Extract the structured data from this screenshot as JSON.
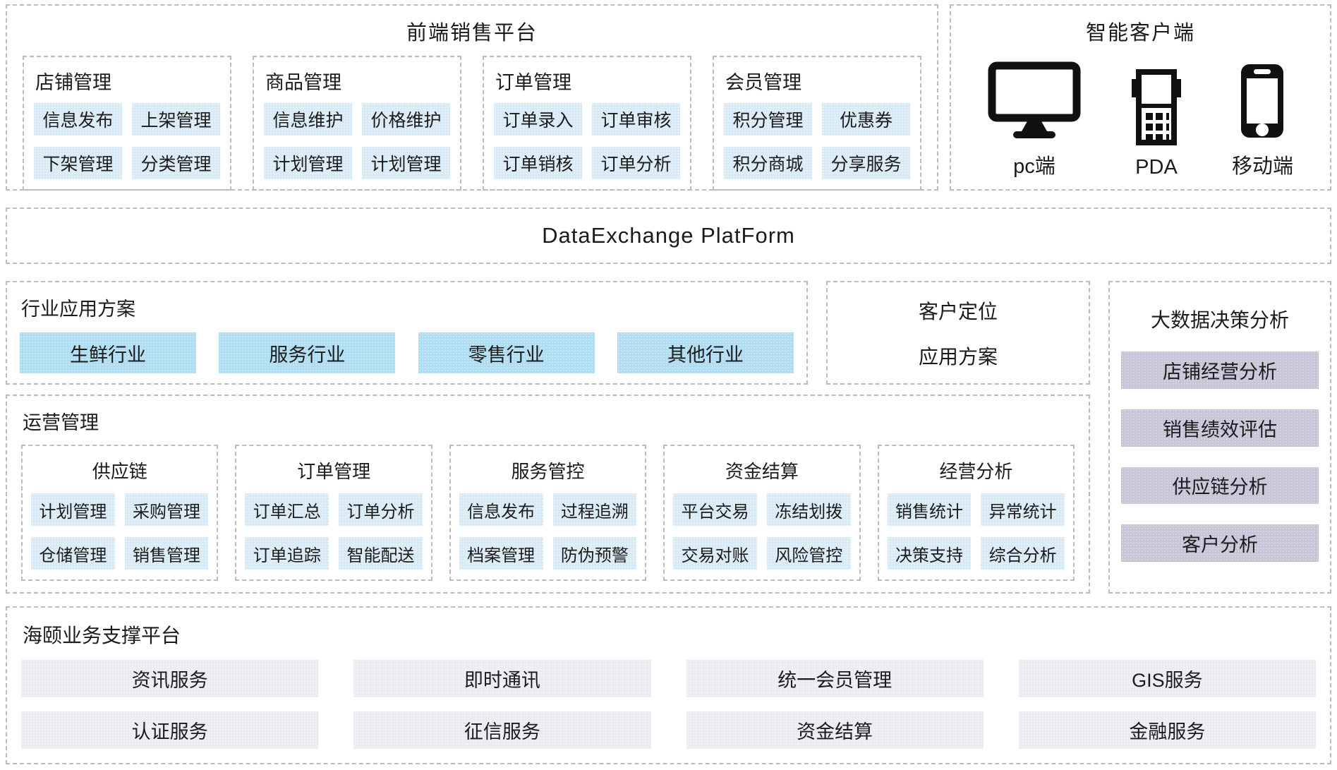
{
  "front_platform": {
    "title": "前端销售平台",
    "groups": [
      {
        "title": "店铺管理",
        "items": [
          "信息发布",
          "上架管理",
          "下架管理",
          "分类管理"
        ]
      },
      {
        "title": "商品管理",
        "items": [
          "信息维护",
          "价格维护",
          "计划管理",
          "计划管理"
        ]
      },
      {
        "title": "订单管理",
        "items": [
          "订单录入",
          "订单审核",
          "订单销核",
          "订单分析"
        ]
      },
      {
        "title": "会员管理",
        "items": [
          "积分管理",
          "优惠券",
          "积分商城",
          "分享服务"
        ]
      }
    ]
  },
  "smart_client": {
    "title": "智能客户端",
    "devices": [
      {
        "label": "pc端",
        "icon": "monitor-icon"
      },
      {
        "label": "PDA",
        "icon": "pda-icon"
      },
      {
        "label": "移动端",
        "icon": "smartphone-icon"
      }
    ]
  },
  "data_exchange": {
    "title": "DataExchange PlatForm"
  },
  "industry_solutions": {
    "title": "行业应用方案",
    "items": [
      "生鲜行业",
      "服务行业",
      "零售行业",
      "其他行业"
    ]
  },
  "customer_positioning": {
    "line1": "客户定位",
    "line2": "应用方案"
  },
  "big_data_analysis": {
    "title": "大数据决策分析",
    "items": [
      "店铺经营分析",
      "销售绩效评估",
      "供应链分析",
      "客户分析"
    ]
  },
  "operations": {
    "title": "运营管理",
    "groups": [
      {
        "title": "供应链",
        "items": [
          "计划管理",
          "采购管理",
          "仓储管理",
          "销售管理"
        ]
      },
      {
        "title": "订单管理",
        "items": [
          "订单汇总",
          "订单分析",
          "订单追踪",
          "智能配送"
        ]
      },
      {
        "title": "服务管控",
        "items": [
          "信息发布",
          "过程追溯",
          "档案管理",
          "防伪预警"
        ]
      },
      {
        "title": "资金结算",
        "items": [
          "平台交易",
          "冻结划拨",
          "交易对账",
          "风险管控"
        ]
      },
      {
        "title": "经营分析",
        "items": [
          "销售统计",
          "异常统计",
          "决策支持",
          "综合分析"
        ]
      }
    ]
  },
  "support_platform": {
    "title": "海颐业务支撑平台",
    "items": [
      "资讯服务",
      "即时通讯",
      "统一会员管理",
      "GIS服务",
      "认证服务",
      "征信服务",
      "资金结算",
      "金融服务"
    ]
  },
  "colors": {
    "tag_blue": "#d8eaf5",
    "industry_blue": "#aedcf2",
    "analysis_purple": "#c8c3d7",
    "service_lavender": "#edeaf2",
    "border_gray": "#bcbcbc",
    "icon_black": "#111111"
  }
}
